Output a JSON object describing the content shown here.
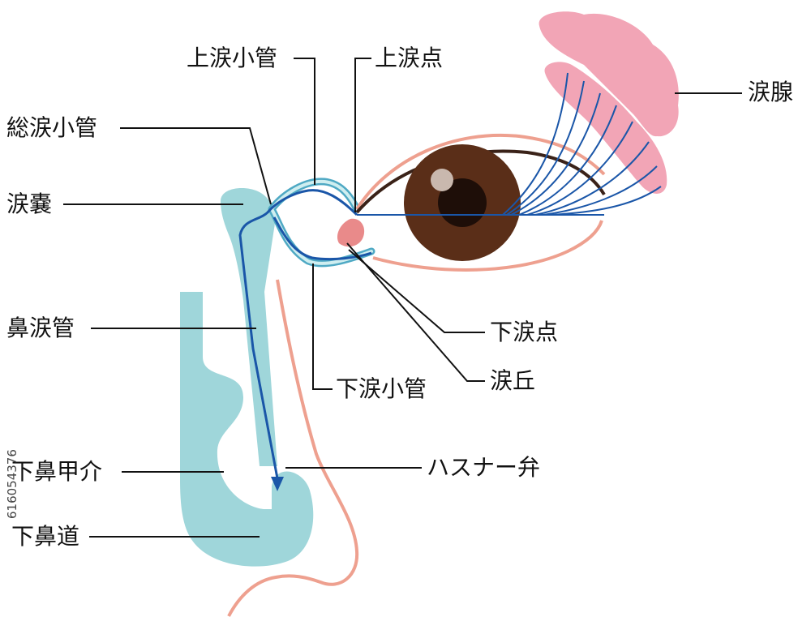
{
  "labels": {
    "upper_canaliculus": "上涙小管",
    "upper_punctum": "上涙点",
    "lacrimal_gland": "涙腺",
    "common_canaliculus": "総涙小管",
    "lacrimal_sac": "涙嚢",
    "nasolacrimal_duct": "鼻涙管",
    "lower_punctum": "下涙点",
    "lower_canaliculus": "下涙小管",
    "lacrimal_caruncle": "涙丘",
    "inferior_turbinate": "下鼻甲介",
    "hasner_valve": "ハスナー弁",
    "inferior_meatus": "下鼻道"
  },
  "stock_id": "616054376",
  "colors": {
    "duct_fill": "#9fd6da",
    "duct_outline": "#4fa9c4",
    "tear_flow": "#1a56a8",
    "gland": "#f2a5b6",
    "skin_line": "#eea08f",
    "iris": "#5a2e18",
    "leader_line": "#111111"
  }
}
